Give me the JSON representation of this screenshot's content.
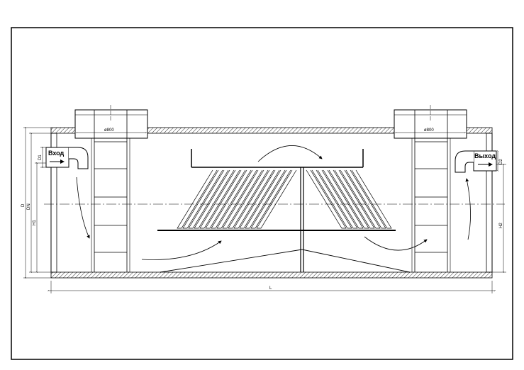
{
  "labels": {
    "inlet": "Вход",
    "outlet": "Выход"
  },
  "dimensions": {
    "hatch_left_diameter": "ø800",
    "hatch_right_diameter": "ø800",
    "d1": "D1",
    "d2": "D2",
    "d": "D",
    "dn": "DN",
    "h1": "H1",
    "h2": "H2",
    "length": "L"
  },
  "icons": {
    "flow_arrows": "curved-flow-arrow",
    "inlet_arrow": "right-arrow",
    "outlet_arrow": "right-arrow"
  },
  "colors": {
    "line": "#000000",
    "background": "#ffffff"
  }
}
